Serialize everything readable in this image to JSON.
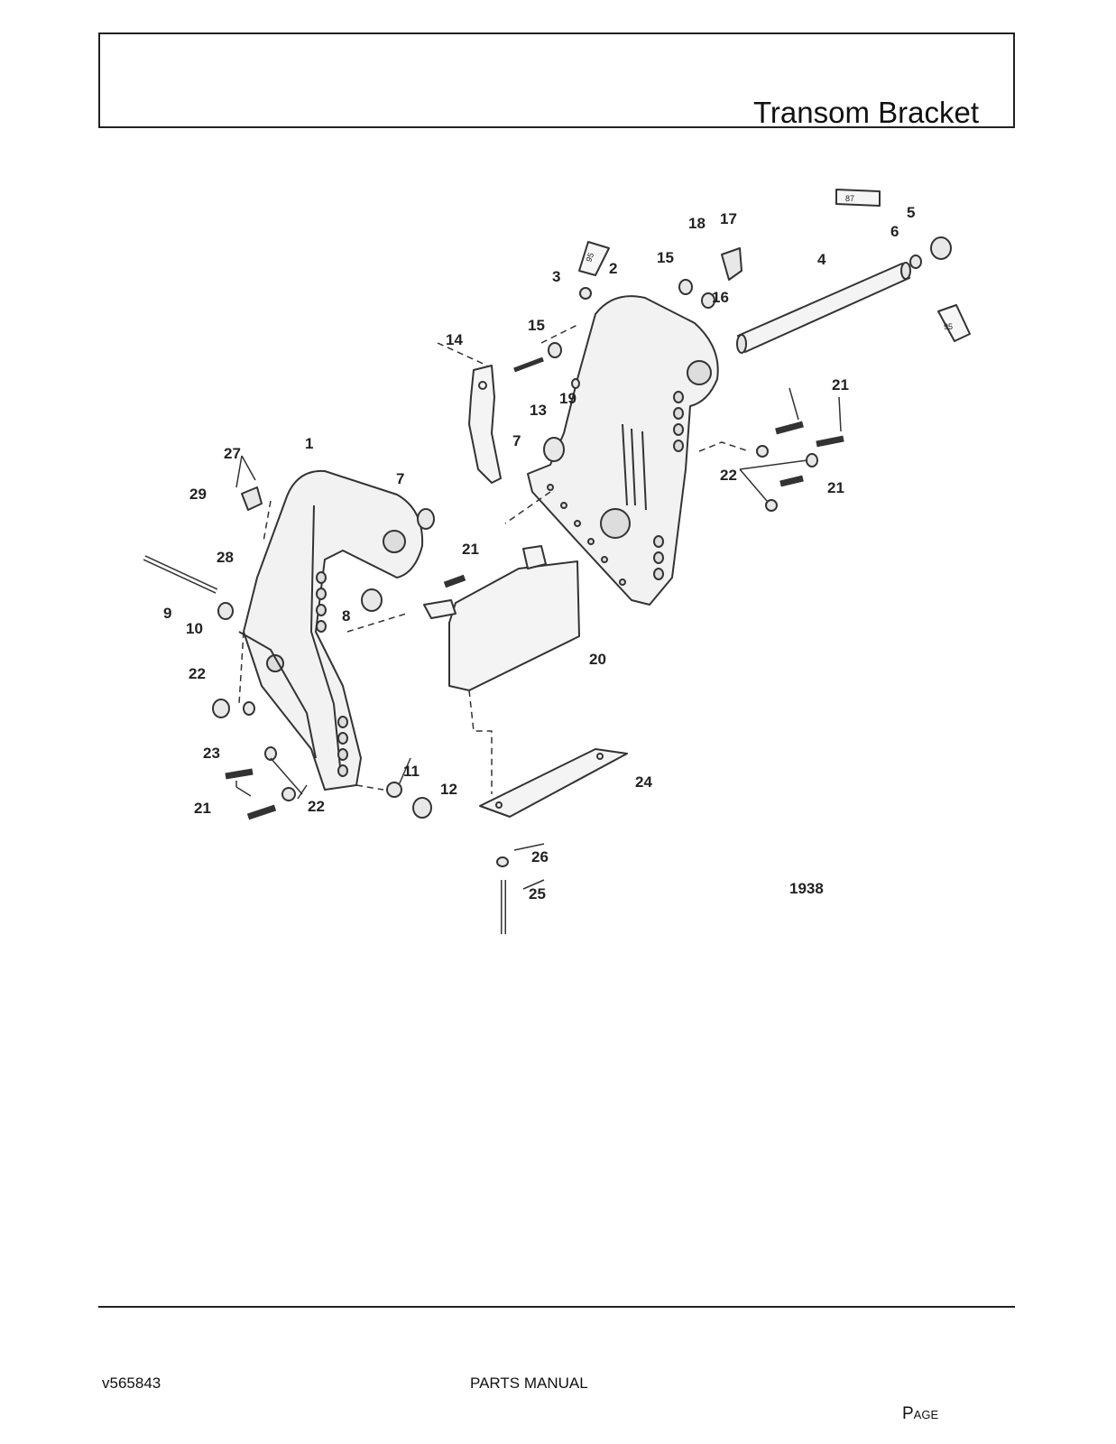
{
  "header": {
    "title": "Transom Bracket"
  },
  "diagram": {
    "figure_number": "1938",
    "tube_labels": [
      "95",
      "87",
      "95"
    ],
    "callouts": [
      "1",
      "2",
      "3",
      "4",
      "5",
      "6",
      "7",
      "7",
      "8",
      "9",
      "10",
      "11",
      "12",
      "13",
      "14",
      "15",
      "15",
      "16",
      "17",
      "18",
      "19",
      "20",
      "21",
      "21",
      "21",
      "21",
      "22",
      "22",
      "22",
      "23",
      "24",
      "25",
      "26",
      "27",
      "28",
      "29"
    ]
  },
  "footer": {
    "doc_id": "v565843",
    "manual": "PARTS MANUAL",
    "page_label": "Page"
  }
}
